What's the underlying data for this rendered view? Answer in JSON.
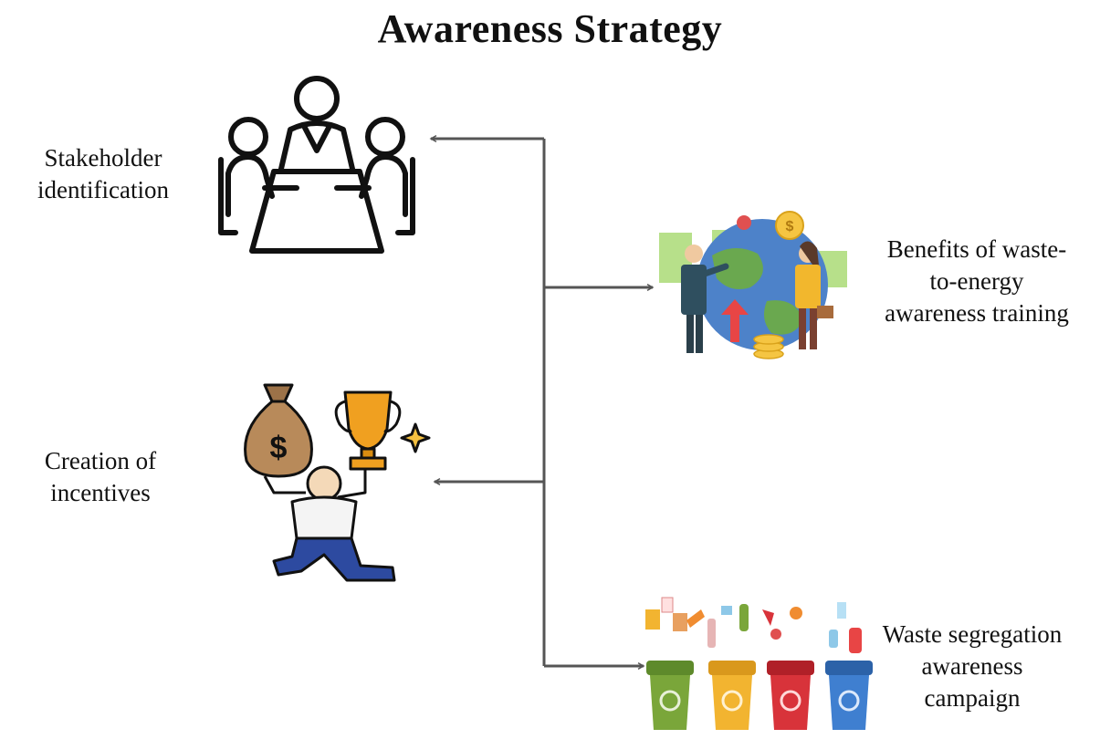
{
  "diagram": {
    "title": "Awareness Strategy",
    "nodes": [
      {
        "id": "stakeholder",
        "lines": [
          "Stakeholder",
          "identification"
        ],
        "icon": "meeting-table-icon"
      },
      {
        "id": "benefits",
        "lines": [
          "Benefits of waste-",
          "to-energy",
          "awareness training"
        ],
        "icon": "globe-business-icon"
      },
      {
        "id": "incentives",
        "lines": [
          "Creation of",
          "incentives"
        ],
        "icon": "money-trophy-icon"
      },
      {
        "id": "segregation",
        "lines": [
          "Waste segregation",
          "awareness",
          "campaign"
        ],
        "icon": "recycling-bins-icon"
      }
    ],
    "colors": {
      "arrow": "#555555",
      "bin_green": "#7aa63a",
      "bin_yellow": "#f2b430",
      "bin_red": "#d8333a",
      "bin_blue": "#3f7fd0",
      "trophy": "#f0a020",
      "money_bag": "#b88a5a"
    }
  }
}
